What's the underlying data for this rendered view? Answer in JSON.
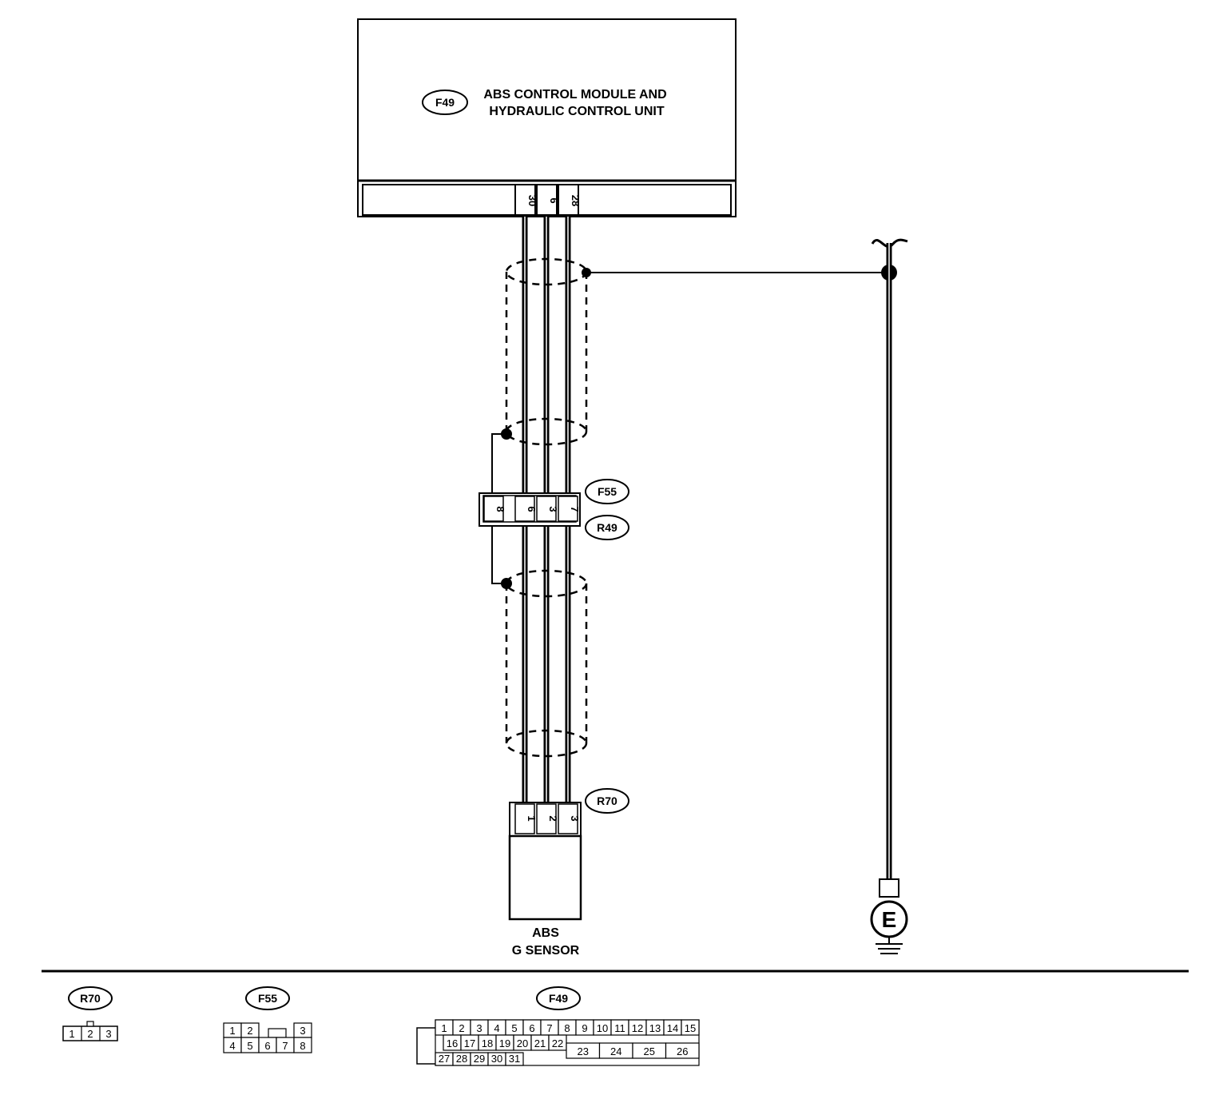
{
  "module": {
    "connector_id": "F49",
    "label_line1": "ABS CONTROL MODULE AND",
    "label_line2": "HYDRAULIC  CONTROL UNIT",
    "pins": [
      "30",
      "6",
      "28"
    ]
  },
  "inline_connector": {
    "id_top": "F55",
    "id_bottom": "R49",
    "pins": [
      "8",
      "6",
      "3",
      "7"
    ]
  },
  "sensor": {
    "connector_id": "R70",
    "label_line1": "ABS",
    "label_line2": "G SENSOR",
    "pins": [
      "1",
      "2",
      "3"
    ]
  },
  "ground": {
    "symbol": "E"
  },
  "legend": {
    "r70": {
      "id": "R70",
      "pins": [
        "1",
        "2",
        "3"
      ]
    },
    "f55": {
      "id": "F55",
      "row1": [
        "1",
        "2",
        "3"
      ],
      "row2": [
        "4",
        "5",
        "6",
        "7",
        "8"
      ]
    },
    "f49": {
      "id": "F49",
      "row1": [
        "1",
        "2",
        "3",
        "4",
        "5",
        "6",
        "7",
        "8",
        "9",
        "10",
        "11",
        "12",
        "13",
        "14",
        "15"
      ],
      "row2": [
        "16",
        "17",
        "18",
        "19",
        "20",
        "21",
        "22"
      ],
      "row2_wide": [
        "23",
        "24",
        "25",
        "26"
      ],
      "row3": [
        "27",
        "28",
        "29",
        "30",
        "31"
      ]
    }
  }
}
